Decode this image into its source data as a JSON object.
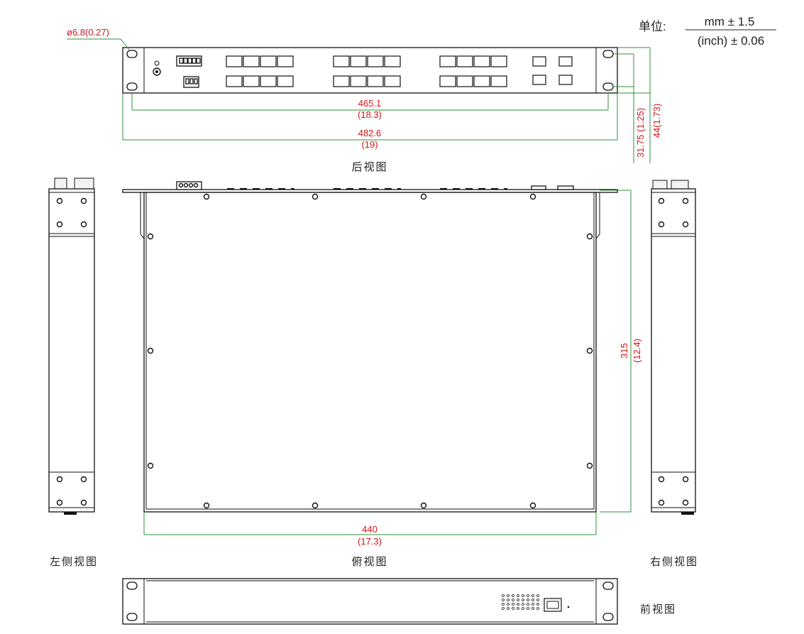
{
  "units": {
    "label": "单位:",
    "top": "mm ± 1.5",
    "bottom": "(inch) ± 0.06"
  },
  "captions": {
    "rear": "后视图",
    "top": "俯视图",
    "left": "左侧视图",
    "right": "右侧视图",
    "front": "前视图"
  },
  "dimensions": {
    "hole_diameter": "ø6.8(0.27)",
    "hole_spacing_mm": "465.1",
    "hole_spacing_in": "(18.3)",
    "total_width_mm": "482.6",
    "total_width_in": "(19)",
    "hole_vertical": "31.75 (1.25)",
    "height": "44(1.73)",
    "depth_mm": "315",
    "depth_in": "(12.4)",
    "body_width_mm": "440",
    "body_width_in": "(17.3)"
  },
  "colors": {
    "dimension_text": "#d4141b",
    "dimension_lines": "#2f8f3a",
    "outline": "#111111"
  }
}
